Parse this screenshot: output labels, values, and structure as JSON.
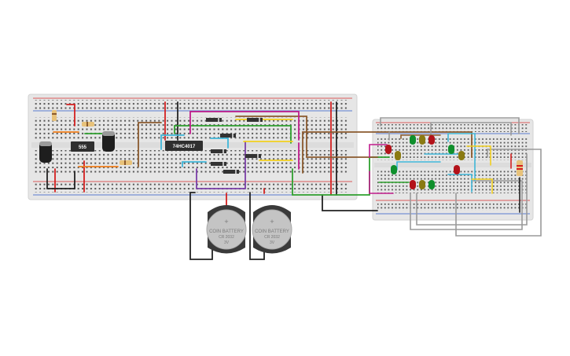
{
  "canvas": {
    "background": "#ffffff"
  },
  "colors": {
    "breadboard": "#e6e6e6",
    "breadboard_edge": "#d2d2d2",
    "hole": "#4a4a4a",
    "rail_red": "#d62b2b",
    "rail_blue": "#2b58c9",
    "chip": "#2f2f2f",
    "wire_red": "#d42020",
    "wire_black": "#222222",
    "wire_brown": "#8a5a2e",
    "wire_magenta": "#c01c8c",
    "wire_purple": "#7b3fa8",
    "wire_green": "#2fa02f",
    "wire_cyan": "#3fb6d8",
    "wire_yellow": "#f2d01e",
    "wire_orange": "#ef7d1a",
    "wire_gray": "#9a9a9a",
    "led_red": "#b3121a",
    "led_green": "#0f8f2c",
    "led_yellow": "#8a7a12",
    "battery": "#c4c4c4",
    "resistor": "#e8c27a"
  },
  "components": {
    "timer_chip": {
      "label": "555"
    },
    "counter_chip": {
      "label": "74HC4017"
    },
    "battery_1": {
      "line1": "COIN BATTERY",
      "line2": "CR 2032",
      "line3": "3V",
      "plus": "+"
    },
    "battery_2": {
      "line1": "COIN BATTERY",
      "line2": "CR 2032",
      "line3": "3V",
      "plus": "+"
    }
  },
  "icons": {
    "electrolytic_capacitor": "capacitor-icon",
    "led": "led-icon",
    "resistor": "resistor-icon",
    "diode": "diode-icon"
  }
}
